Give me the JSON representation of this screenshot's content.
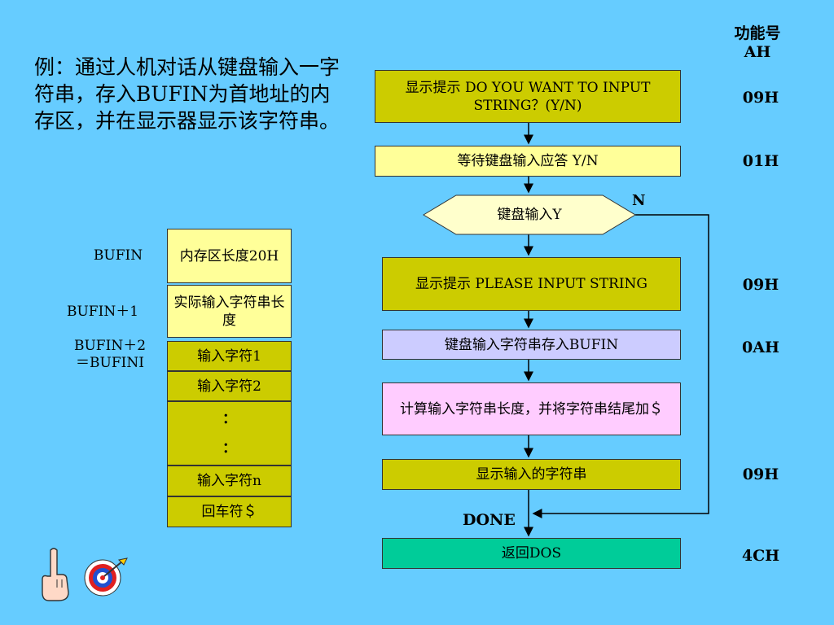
{
  "intro_text": "例：通过人机对话从键盘输入一字符串，存入BUFIN为首地址的内存区，并在显示器显示该字符串。",
  "func_header": {
    "line1": "功能号",
    "line2": "AH"
  },
  "flow": {
    "step1": "显示提示  DO YOU  WANT  TO INPUT  STRING？(Y/N)",
    "step2": "等待键盘输入应答  Y/N",
    "decision": "键盘输入Y",
    "decision_no": "N",
    "step3": "显示提示  PLEASE  INPUT STRING",
    "step4": "键盘输入字符串存入BUFIN",
    "step5": "计算输入字符串长度，并将字符串结尾加＄",
    "step6": "显示输入的字符串",
    "done": "DONE",
    "step7": "返回DOS"
  },
  "func_codes": {
    "c1": "09H",
    "c2": "01H",
    "c3": "09H",
    "c4": "0AH",
    "c5": "09H",
    "c6": "4CH"
  },
  "memory": {
    "label_bufin": "BUFIN",
    "label_bufin1": "BUFIN＋1",
    "label_bufin2_a": "BUFIN＋2",
    "label_bufin2_b": "＝BUFINI",
    "cell1": "内存区长度20H",
    "cell2": "实际输入字符串长度",
    "cell3": "输入字符1",
    "cell4": "输入字符2",
    "cell5a": "：",
    "cell5b": "：",
    "cell6": "输入字符n",
    "cell7": "回车符＄"
  },
  "colors": {
    "background": "#66ccff",
    "olive": "#cccc00",
    "cream": "#ffff99",
    "lavender": "#ccccff",
    "pink": "#ffccff",
    "teal": "#00cc99"
  },
  "icons": {
    "left": "pointing-hand-icon",
    "right": "target-dart-icon"
  }
}
